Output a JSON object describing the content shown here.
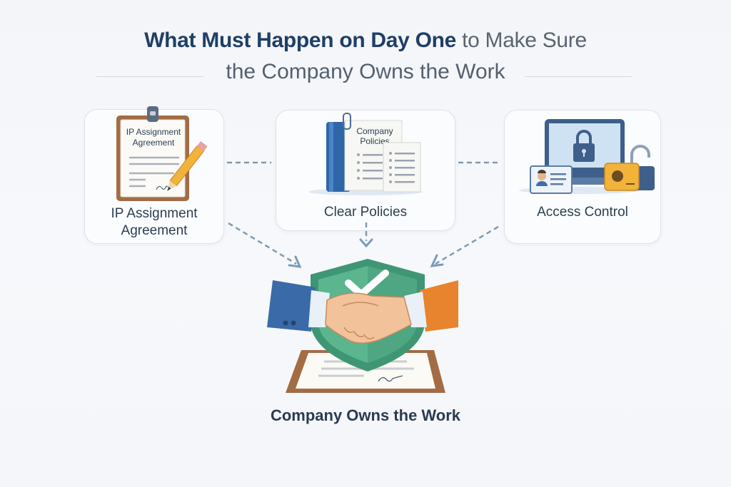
{
  "title": {
    "bold_part": "What Must Happen on Day One",
    "regular_part": " to Make Sure",
    "line2": "the Company Owns the Work"
  },
  "cards": [
    {
      "id": "ip-assignment",
      "label_line1": "IP Assignment",
      "label_line2": "Agreement",
      "icon": "clipboard-pencil-icon",
      "icon_text_line1": "IP Assignment",
      "icon_text_line2": "Agreement"
    },
    {
      "id": "clear-policies",
      "label": "Clear Policies",
      "icon": "policy-binder-icon",
      "icon_text_line1": "Company",
      "icon_text_line2": "Policies"
    },
    {
      "id": "access-control",
      "label": "Access Control",
      "icon": "laptop-lock-badge-icon"
    }
  ],
  "result": {
    "label": "Company Owns the Work",
    "icon": "handshake-shield-icon"
  },
  "colors": {
    "title_blue": "#1f3f66",
    "arrow_blue": "#7a9cbb",
    "shield_green": "#4fa583",
    "sleeve_blue": "#3a6aa8",
    "sleeve_orange": "#e8832e",
    "clipboard_brown": "#a26c45"
  }
}
